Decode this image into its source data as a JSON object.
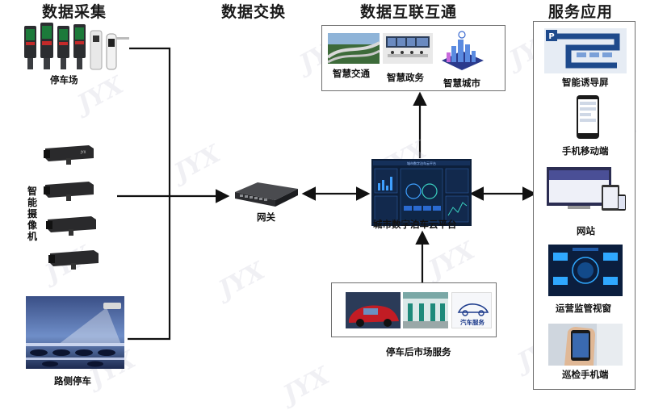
{
  "headings": {
    "collection": "数据采集",
    "exchange": "数据交换",
    "interconnect": "数据互联互通",
    "services": "服务应用"
  },
  "sources": {
    "parking_lot": "停车场",
    "cameras": "智能摄像机",
    "roadside": "路侧停车"
  },
  "gateway": "网关",
  "platform": "城市数字泊车云平台",
  "interconnect_items": [
    "智慧交通",
    "智慧政务",
    "智慧城市"
  ],
  "aftermarket": {
    "label": "停车后市场服务",
    "badge": "汽车服务"
  },
  "services": [
    "智能诱导屏",
    "手机移动端",
    "网站",
    "运营监管视窗",
    "巡检手机端"
  ],
  "watermark": "JYX",
  "colors": {
    "line": "#111111",
    "screen_dark": "#0d1f3a",
    "accent_blue": "#1e6fd9"
  }
}
